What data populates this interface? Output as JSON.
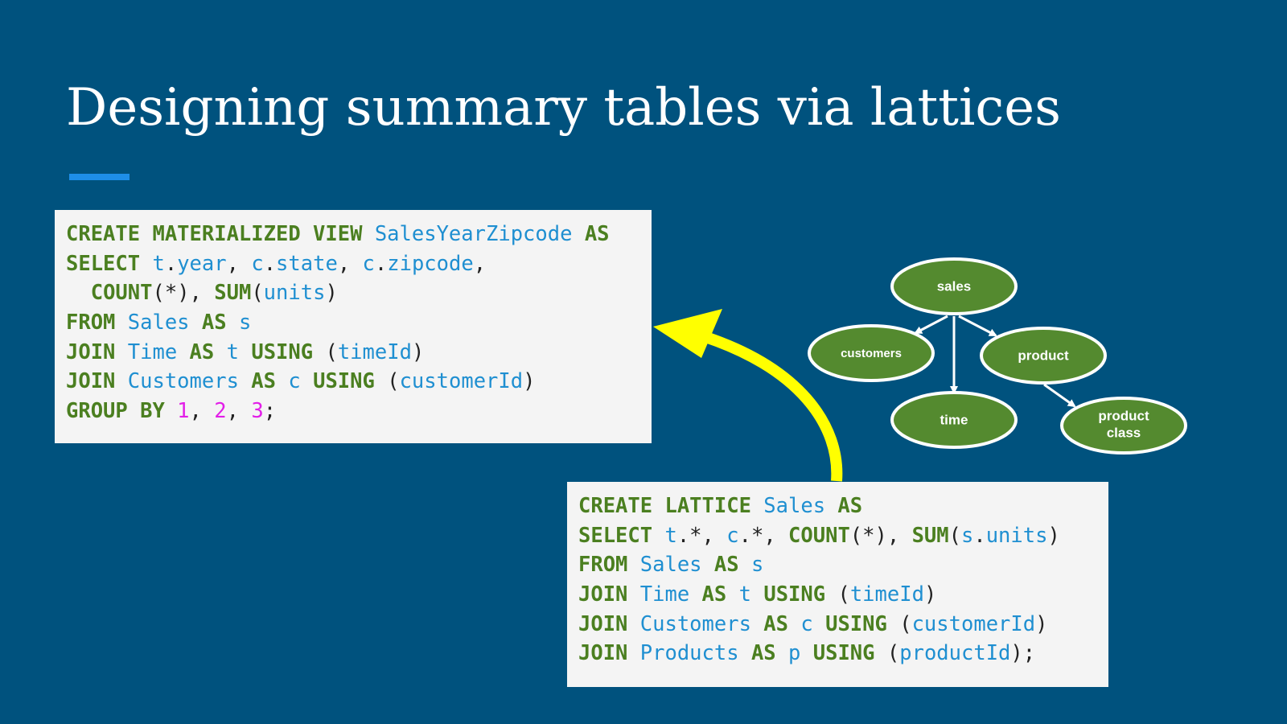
{
  "slide": {
    "title": "Designing summary tables via lattices"
  },
  "materialized_view_code": [
    [
      {
        "t": "CREATE MATERIALIZED VIEW ",
        "c": "kw"
      },
      {
        "t": "SalesYearZipcode",
        "c": "id"
      },
      {
        "t": " ",
        "c": "pu"
      },
      {
        "t": "AS",
        "c": "kw"
      }
    ],
    [
      {
        "t": "SELECT ",
        "c": "kw"
      },
      {
        "t": "t",
        "c": "id"
      },
      {
        "t": ".",
        "c": "pu"
      },
      {
        "t": "year",
        "c": "id"
      },
      {
        "t": ", ",
        "c": "pu"
      },
      {
        "t": "c",
        "c": "id"
      },
      {
        "t": ".",
        "c": "pu"
      },
      {
        "t": "state",
        "c": "id"
      },
      {
        "t": ", ",
        "c": "pu"
      },
      {
        "t": "c",
        "c": "id"
      },
      {
        "t": ".",
        "c": "pu"
      },
      {
        "t": "zipcode",
        "c": "id"
      },
      {
        "t": ",",
        "c": "pu"
      }
    ],
    [
      {
        "t": "  ",
        "c": "pu"
      },
      {
        "t": "COUNT",
        "c": "kw"
      },
      {
        "t": "(*), ",
        "c": "pu"
      },
      {
        "t": "SUM",
        "c": "kw"
      },
      {
        "t": "(",
        "c": "pu"
      },
      {
        "t": "units",
        "c": "id"
      },
      {
        "t": ")",
        "c": "pu"
      }
    ],
    [
      {
        "t": "FROM ",
        "c": "kw"
      },
      {
        "t": "Sales",
        "c": "id"
      },
      {
        "t": " ",
        "c": "pu"
      },
      {
        "t": "AS",
        "c": "kw"
      },
      {
        "t": " ",
        "c": "pu"
      },
      {
        "t": "s",
        "c": "id"
      }
    ],
    [
      {
        "t": "JOIN ",
        "c": "kw"
      },
      {
        "t": "Time",
        "c": "id"
      },
      {
        "t": " ",
        "c": "pu"
      },
      {
        "t": "AS",
        "c": "kw"
      },
      {
        "t": " ",
        "c": "pu"
      },
      {
        "t": "t",
        "c": "id"
      },
      {
        "t": " ",
        "c": "pu"
      },
      {
        "t": "USING",
        "c": "kw"
      },
      {
        "t": " (",
        "c": "pu"
      },
      {
        "t": "timeId",
        "c": "id"
      },
      {
        "t": ")",
        "c": "pu"
      }
    ],
    [
      {
        "t": "JOIN ",
        "c": "kw"
      },
      {
        "t": "Customers",
        "c": "id"
      },
      {
        "t": " ",
        "c": "pu"
      },
      {
        "t": "AS",
        "c": "kw"
      },
      {
        "t": " ",
        "c": "pu"
      },
      {
        "t": "c",
        "c": "id"
      },
      {
        "t": " ",
        "c": "pu"
      },
      {
        "t": "USING",
        "c": "kw"
      },
      {
        "t": " (",
        "c": "pu"
      },
      {
        "t": "customerId",
        "c": "id"
      },
      {
        "t": ")",
        "c": "pu"
      }
    ],
    [
      {
        "t": "GROUP BY ",
        "c": "kw"
      },
      {
        "t": "1",
        "c": "nm"
      },
      {
        "t": ", ",
        "c": "pu"
      },
      {
        "t": "2",
        "c": "nm"
      },
      {
        "t": ", ",
        "c": "pu"
      },
      {
        "t": "3",
        "c": "nm"
      },
      {
        "t": ";",
        "c": "pu"
      }
    ]
  ],
  "lattice_code": [
    [
      {
        "t": "CREATE LATTICE ",
        "c": "kw"
      },
      {
        "t": "Sales",
        "c": "id"
      },
      {
        "t": " ",
        "c": "pu"
      },
      {
        "t": "AS",
        "c": "kw"
      }
    ],
    [
      {
        "t": "SELECT ",
        "c": "kw"
      },
      {
        "t": "t",
        "c": "id"
      },
      {
        "t": ".*, ",
        "c": "pu"
      },
      {
        "t": "c",
        "c": "id"
      },
      {
        "t": ".*, ",
        "c": "pu"
      },
      {
        "t": "COUNT",
        "c": "kw"
      },
      {
        "t": "(*), ",
        "c": "pu"
      },
      {
        "t": "SUM",
        "c": "kw"
      },
      {
        "t": "(",
        "c": "pu"
      },
      {
        "t": "s",
        "c": "id"
      },
      {
        "t": ".",
        "c": "pu"
      },
      {
        "t": "units",
        "c": "id"
      },
      {
        "t": ")",
        "c": "pu"
      }
    ],
    [
      {
        "t": "FROM ",
        "c": "kw"
      },
      {
        "t": "Sales",
        "c": "id"
      },
      {
        "t": " ",
        "c": "pu"
      },
      {
        "t": "AS",
        "c": "kw"
      },
      {
        "t": " ",
        "c": "pu"
      },
      {
        "t": "s",
        "c": "id"
      }
    ],
    [
      {
        "t": "JOIN ",
        "c": "kw"
      },
      {
        "t": "Time",
        "c": "id"
      },
      {
        "t": " ",
        "c": "pu"
      },
      {
        "t": "AS",
        "c": "kw"
      },
      {
        "t": " ",
        "c": "pu"
      },
      {
        "t": "t",
        "c": "id"
      },
      {
        "t": " ",
        "c": "pu"
      },
      {
        "t": "USING",
        "c": "kw"
      },
      {
        "t": " (",
        "c": "pu"
      },
      {
        "t": "timeId",
        "c": "id"
      },
      {
        "t": ")",
        "c": "pu"
      }
    ],
    [
      {
        "t": "JOIN ",
        "c": "kw"
      },
      {
        "t": "Customers",
        "c": "id"
      },
      {
        "t": " ",
        "c": "pu"
      },
      {
        "t": "AS",
        "c": "kw"
      },
      {
        "t": " ",
        "c": "pu"
      },
      {
        "t": "c",
        "c": "id"
      },
      {
        "t": " ",
        "c": "pu"
      },
      {
        "t": "USING",
        "c": "kw"
      },
      {
        "t": " (",
        "c": "pu"
      },
      {
        "t": "customerId",
        "c": "id"
      },
      {
        "t": ")",
        "c": "pu"
      }
    ],
    [
      {
        "t": "JOIN ",
        "c": "kw"
      },
      {
        "t": "Products",
        "c": "id"
      },
      {
        "t": " ",
        "c": "pu"
      },
      {
        "t": "AS",
        "c": "kw"
      },
      {
        "t": " ",
        "c": "pu"
      },
      {
        "t": "p",
        "c": "id"
      },
      {
        "t": " ",
        "c": "pu"
      },
      {
        "t": "USING",
        "c": "kw"
      },
      {
        "t": " (",
        "c": "pu"
      },
      {
        "t": "productId",
        "c": "id"
      },
      {
        "t": ");",
        "c": "pu"
      }
    ]
  ],
  "lattice_graph": {
    "nodes": {
      "sales": "sales",
      "customers": "customers",
      "product": "product",
      "time": "time",
      "product_class_line1": "product",
      "product_class_line2": "class"
    }
  },
  "colors": {
    "background": "#00527e",
    "title_text": "#ffffff",
    "title_underline": "#1e8ee8",
    "code_background": "#f4f4f4",
    "code_keyword": "#4b7f20",
    "code_identifier": "#1f8fd1",
    "code_number": "#e21ee8",
    "node_fill": "#548a2f",
    "arrow_yellow": "#ffff00"
  }
}
